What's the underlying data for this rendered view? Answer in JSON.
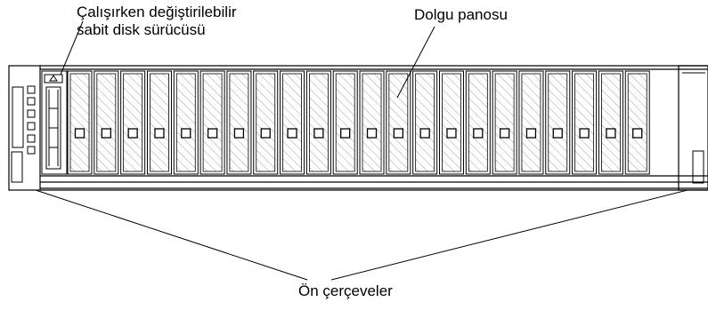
{
  "labels": {
    "hot_swap_drive_line1": "Çalışırken değiştirilebilir",
    "hot_swap_drive_line2": "sabit disk sürücüsü",
    "filler_panel": "Dolgu panosu",
    "front_bezels": "Ön çerçeveler"
  },
  "bay_count": 23,
  "colors": {
    "line": "#000000",
    "hatch": "#8a8a8a",
    "background": "#ffffff"
  }
}
